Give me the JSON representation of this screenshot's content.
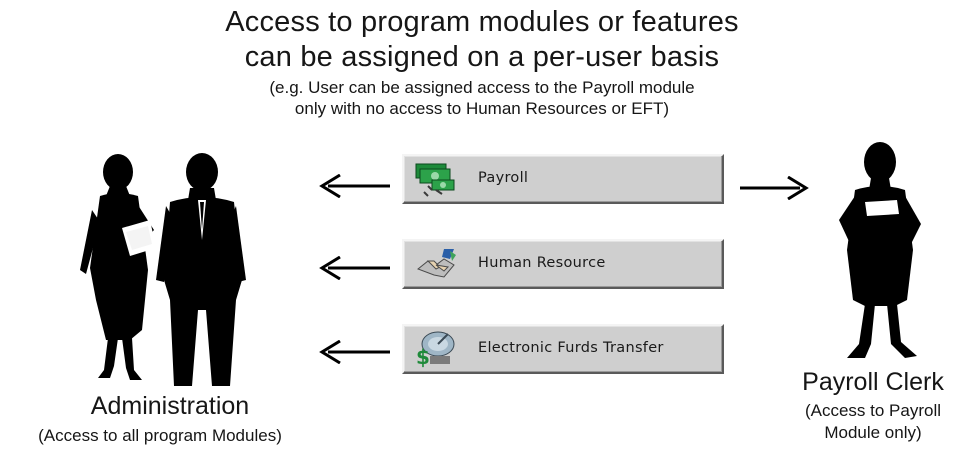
{
  "heading": {
    "line1": "Access to program modules or features",
    "line2": "can be assigned on a per-user basis",
    "note_line1": "(e.g. User can be assigned access to the Payroll module",
    "note_line2": "only with no access to Human Resources or EFT)"
  },
  "modules": [
    {
      "label": "Payroll",
      "icon": "money-icon"
    },
    {
      "label": "Human Resource",
      "icon": "handshake-icon"
    },
    {
      "label": "Electronic Furds Transfer",
      "icon": "satellite-dish-icon"
    }
  ],
  "administration": {
    "label": "Administration",
    "sublabel": "(Access to all program Modules)"
  },
  "payroll_clerk": {
    "label": "Payroll Clerk",
    "sublabel_line1": "(Access to Payroll",
    "sublabel_line2": "Module only)"
  },
  "colors": {
    "button_face": "#cfcfcf",
    "silhouette": "#000000"
  }
}
